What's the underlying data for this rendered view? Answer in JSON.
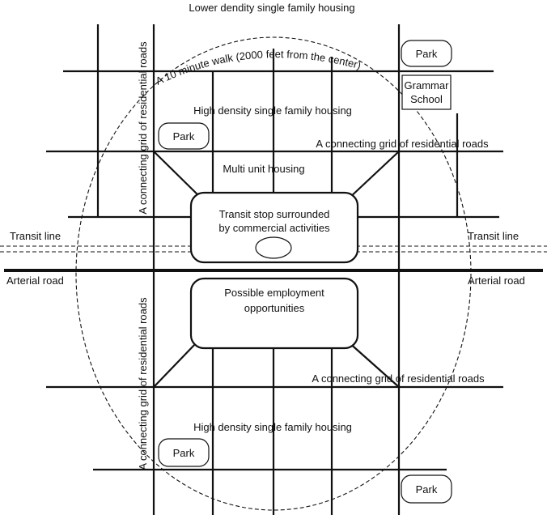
{
  "labels": {
    "top": "Lower dendity single family housing",
    "walk": "A 10 minute walk (2000 feet from the center)",
    "high_density_top": "High density single family housing",
    "grid_right_top": "A connecting grid of residential roads",
    "multi_unit": "Multi unit housing",
    "transit_stop_1": "Transit stop surrounded",
    "transit_stop_2": "by commercial activities",
    "transit_left": "Transit line",
    "transit_right": "Transit line",
    "arterial_left": "Arterial road",
    "arterial_right": "Arterial road",
    "employment_1": "Possible employment",
    "employment_2": "opportunities",
    "grid_right_bottom": "A connecting grid of residential roads",
    "high_density_bottom": "High density single family housing",
    "grid_vertical_top": "A connecting grid of residential roads",
    "grid_vertical_bottom": "A connecting grid of residential roads",
    "park": "Park",
    "grammar_1": "Grammar",
    "grammar_2": "School"
  }
}
